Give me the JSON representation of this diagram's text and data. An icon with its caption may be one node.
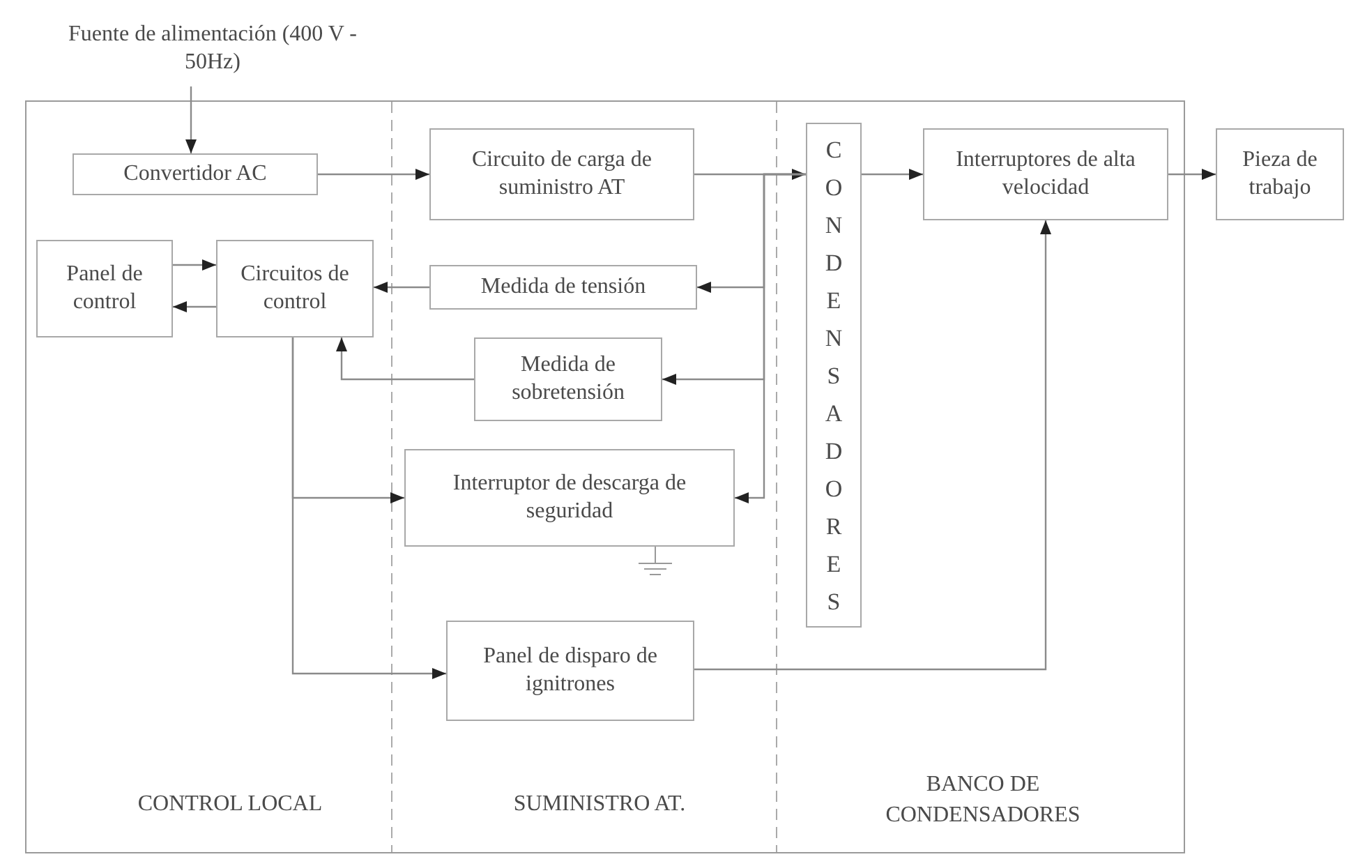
{
  "diagram": {
    "nodes": [
      {
        "text": [
          "Fuente de alimentación (400 V - 50Hz)"
        ]
      },
      {
        "text": [
          "Convertidor AC"
        ]
      },
      {
        "text": [
          "Circuito de carga de suministro AT"
        ]
      },
      {
        "text": [
          "CONDENSADORES"
        ]
      },
      {
        "text": [
          "Interruptores de alta velocidad"
        ]
      },
      {
        "text": [
          "Pieza de trabajo"
        ]
      },
      {
        "text": [
          "Panel de control"
        ]
      },
      {
        "text": [
          "Circuitos de control"
        ]
      },
      {
        "text": [
          "Medida de tensión"
        ]
      },
      {
        "text": [
          "Medida de sobretensión"
        ]
      },
      {
        "text": [
          "Interruptor de descarga de seguridad"
        ]
      },
      {
        "text": [
          "Panel de disparo de ignitrones"
        ]
      }
    ],
    "edges": [
      {
        "from": 0,
        "to": 1,
        "arrow": "to"
      },
      {
        "from": 1,
        "to": 2,
        "arrow": "to"
      },
      {
        "from": 2,
        "to": 3,
        "arrow": "to"
      },
      {
        "from": 3,
        "to": 4,
        "arrow": "to"
      },
      {
        "from": 4,
        "to": 5,
        "arrow": "to"
      },
      {
        "from": 6,
        "to": 7,
        "arrow": "to"
      },
      {
        "from": 7,
        "to": 6,
        "arrow": "to"
      },
      {
        "from": 8,
        "to": 7,
        "arrow": "to"
      },
      {
        "from": 3,
        "to": 8,
        "arrow": "to"
      },
      {
        "from": 3,
        "to": 9,
        "arrow": "to"
      },
      {
        "from": 3,
        "to": 10,
        "arrow": "to"
      },
      {
        "from": 9,
        "to": 7,
        "arrow": "to"
      },
      {
        "from": 7,
        "to": 10,
        "arrow": "to"
      },
      {
        "from": 7,
        "to": 11,
        "arrow": "to"
      },
      {
        "from": 11,
        "to": 4,
        "arrow": "to"
      }
    ],
    "labels": [
      "CONTROL LOCAL",
      "SUMINISTRO AT.",
      "BANCO DE CONDENSADORES"
    ]
  }
}
